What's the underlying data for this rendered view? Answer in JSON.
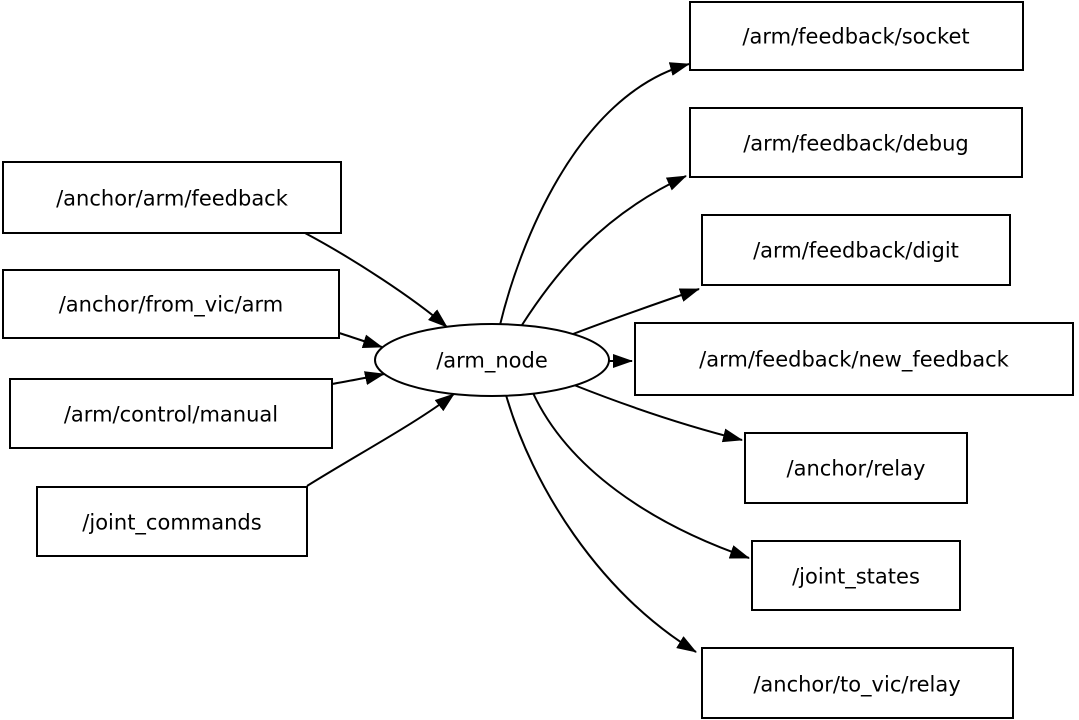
{
  "diagram": {
    "kind": "ros-topic-graph",
    "background_color": "#ffffff",
    "stroke_color": "#000000",
    "node_fill_color": "#ffffff",
    "center_node": {
      "label": "/arm_node",
      "shape": "ellipse"
    },
    "inputs": [
      {
        "label": "/anchor/arm/feedback"
      },
      {
        "label": "/anchor/from_vic/arm"
      },
      {
        "label": "/arm/control/manual"
      },
      {
        "label": "/joint_commands"
      }
    ],
    "outputs": [
      {
        "label": "/arm/feedback/socket"
      },
      {
        "label": "/arm/feedback/debug"
      },
      {
        "label": "/arm/feedback/digit"
      },
      {
        "label": "/arm/feedback/new_feedback"
      },
      {
        "label": "/anchor/relay"
      },
      {
        "label": "/joint_states"
      },
      {
        "label": "/anchor/to_vic/relay"
      }
    ],
    "edges": [
      {
        "from": "/anchor/arm/feedback",
        "to": "/arm_node"
      },
      {
        "from": "/anchor/from_vic/arm",
        "to": "/arm_node"
      },
      {
        "from": "/arm/control/manual",
        "to": "/arm_node"
      },
      {
        "from": "/joint_commands",
        "to": "/arm_node"
      },
      {
        "from": "/arm_node",
        "to": "/arm/feedback/socket"
      },
      {
        "from": "/arm_node",
        "to": "/arm/feedback/debug"
      },
      {
        "from": "/arm_node",
        "to": "/arm/feedback/digit"
      },
      {
        "from": "/arm_node",
        "to": "/arm/feedback/new_feedback"
      },
      {
        "from": "/arm_node",
        "to": "/anchor/relay"
      },
      {
        "from": "/arm_node",
        "to": "/joint_states"
      },
      {
        "from": "/arm_node",
        "to": "/anchor/to_vic/relay"
      }
    ]
  }
}
